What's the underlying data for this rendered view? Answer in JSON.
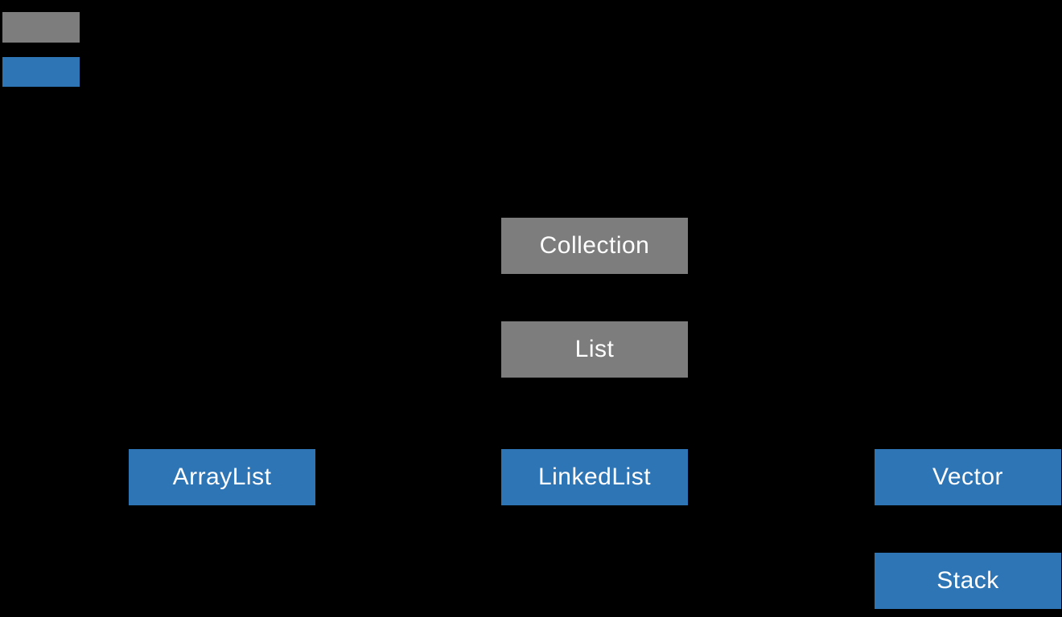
{
  "legend": {
    "swatches": [
      {
        "name": "gray-swatch",
        "color": "#7D7D7D"
      },
      {
        "name": "blue-swatch",
        "color": "#2E75B6"
      }
    ]
  },
  "nodes": {
    "collection": {
      "label": "Collection",
      "style": "gray"
    },
    "list": {
      "label": "List",
      "style": "gray"
    },
    "arraylist": {
      "label": "ArrayList",
      "style": "blue"
    },
    "linkedlist": {
      "label": "LinkedList",
      "style": "blue"
    },
    "vector": {
      "label": "Vector",
      "style": "blue"
    },
    "stack": {
      "label": "Stack",
      "style": "blue"
    }
  },
  "colors": {
    "background": "#000000",
    "gray_fill": "#7D7D7D",
    "blue_fill": "#2E75B6",
    "node_text": "#FFFFFF"
  }
}
